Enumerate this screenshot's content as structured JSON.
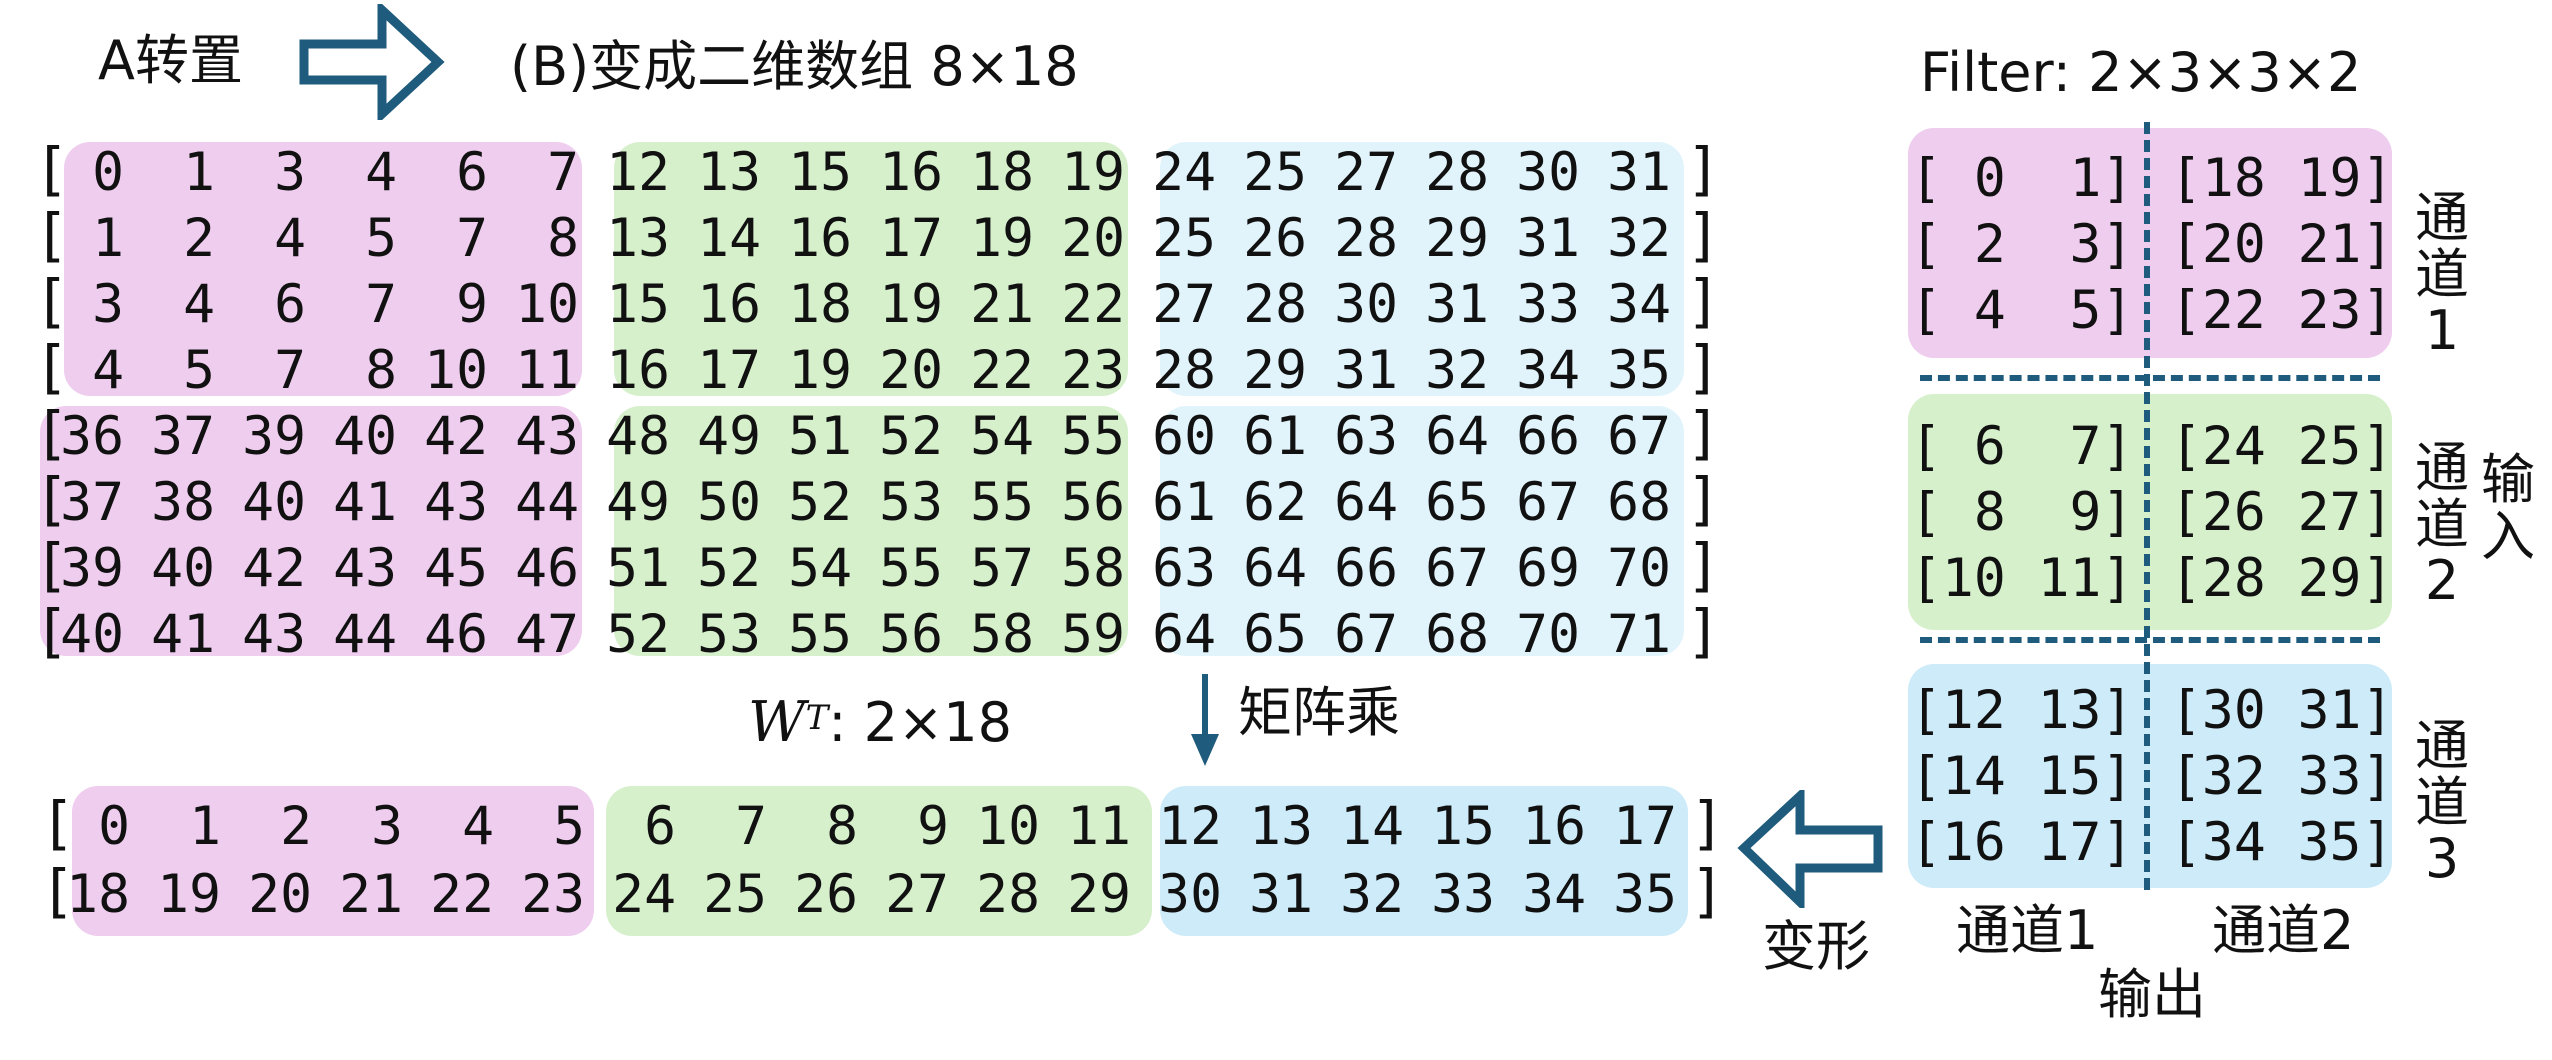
{
  "labels": {
    "a_transpose": "A转置",
    "b_reshape": "(B)变成二维数组 8×18",
    "filter": "Filter: 2×3×3×2",
    "wt_symbol": "W",
    "wt_sup": "T",
    "wt_dims": ": 2×18",
    "matmul": "矩阵乘",
    "reshape": "变形",
    "channel1": "通道1",
    "channel2": "通道2",
    "input": "输入",
    "channel3": "通道3",
    "out_channel1": "通道1",
    "out_channel2": "通道2",
    "output": "输出"
  },
  "matrix_b": [
    [
      "0",
      "1",
      "3",
      "4",
      "6",
      "7",
      "12",
      "13",
      "15",
      "16",
      "18",
      "19",
      "24",
      "25",
      "27",
      "28",
      "30",
      "31"
    ],
    [
      "1",
      "2",
      "4",
      "5",
      "7",
      "8",
      "13",
      "14",
      "16",
      "17",
      "19",
      "20",
      "25",
      "26",
      "28",
      "29",
      "31",
      "32"
    ],
    [
      "3",
      "4",
      "6",
      "7",
      "9",
      "10",
      "15",
      "16",
      "18",
      "19",
      "21",
      "22",
      "27",
      "28",
      "30",
      "31",
      "33",
      "34"
    ],
    [
      "4",
      "5",
      "7",
      "8",
      "10",
      "11",
      "16",
      "17",
      "19",
      "20",
      "22",
      "23",
      "28",
      "29",
      "31",
      "32",
      "34",
      "35"
    ],
    [
      "36",
      "37",
      "39",
      "40",
      "42",
      "43",
      "48",
      "49",
      "51",
      "52",
      "54",
      "55",
      "60",
      "61",
      "63",
      "64",
      "66",
      "67"
    ],
    [
      "37",
      "38",
      "40",
      "41",
      "43",
      "44",
      "49",
      "50",
      "52",
      "53",
      "55",
      "56",
      "61",
      "62",
      "64",
      "65",
      "67",
      "68"
    ],
    [
      "39",
      "40",
      "42",
      "43",
      "45",
      "46",
      "51",
      "52",
      "54",
      "55",
      "57",
      "58",
      "63",
      "64",
      "66",
      "67",
      "69",
      "70"
    ],
    [
      "40",
      "41",
      "43",
      "44",
      "46",
      "47",
      "52",
      "53",
      "55",
      "56",
      "58",
      "59",
      "64",
      "65",
      "67",
      "68",
      "70",
      "71"
    ]
  ],
  "matrix_wt": [
    [
      "0",
      "1",
      "2",
      "3",
      "4",
      "5",
      "6",
      "7",
      "8",
      "9",
      "10",
      "11",
      "12",
      "13",
      "14",
      "15",
      "16",
      "17"
    ],
    [
      "18",
      "19",
      "20",
      "21",
      "22",
      "23",
      "24",
      "25",
      "26",
      "27",
      "28",
      "29",
      "30",
      "31",
      "32",
      "33",
      "34",
      "35"
    ]
  ],
  "filter_left": [
    "[ 0  1]",
    "[ 2  3]",
    "[ 4  5]",
    "[ 6  7]",
    "[ 8  9]",
    "[10 11]",
    "[12 13]",
    "[14 15]",
    "[16 17]"
  ],
  "filter_right": [
    "[18 19]",
    "[20 21]",
    "[22 23]",
    "[24 25]",
    "[26 27]",
    "[28 29]",
    "[30 31]",
    "[32 33]",
    "[34 35]"
  ],
  "colors": {
    "pink": "#efcdee",
    "green": "#d6f0cc",
    "light_blue": "#e2f4fb",
    "blue": "#cdebf8",
    "accent": "#1f5b7c"
  }
}
